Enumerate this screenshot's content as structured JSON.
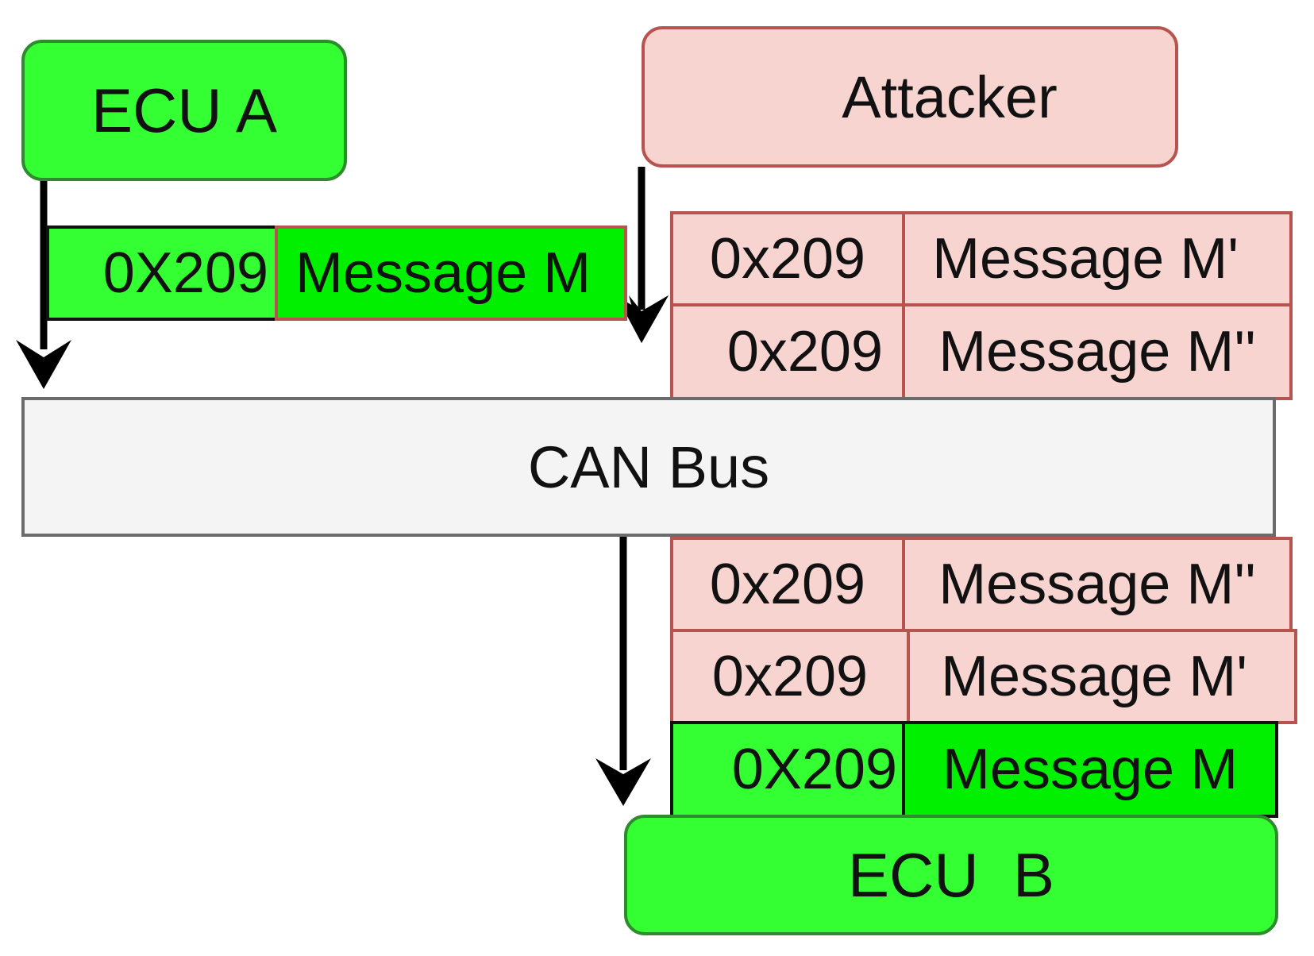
{
  "nodes": {
    "ecu_a": "ECU A",
    "attacker": "Attacker",
    "can_bus": "CAN Bus",
    "ecu_b": "ECU  B"
  },
  "frames": {
    "ecu_a_frame": {
      "id": "0X209",
      "message": "Message M"
    },
    "attacker_frames": [
      {
        "id": "0x209",
        "message": "Message M'"
      },
      {
        "id": "0x209",
        "message": "Message M''"
      }
    ],
    "received_frames": [
      {
        "id": "0x209",
        "message": "Message M''"
      },
      {
        "id": "0x209",
        "message": "Message M'"
      },
      {
        "id": "0X209",
        "message": "Message M"
      }
    ]
  },
  "colors": {
    "legit_fill": "#33ff33",
    "legit_message_fill": "#00f000",
    "attacker_fill": "#f8d4d0",
    "attacker_border": "#b85450",
    "bus_fill": "#f4f4f4",
    "bus_border": "#6b6b6b",
    "arrow": "#000000"
  }
}
